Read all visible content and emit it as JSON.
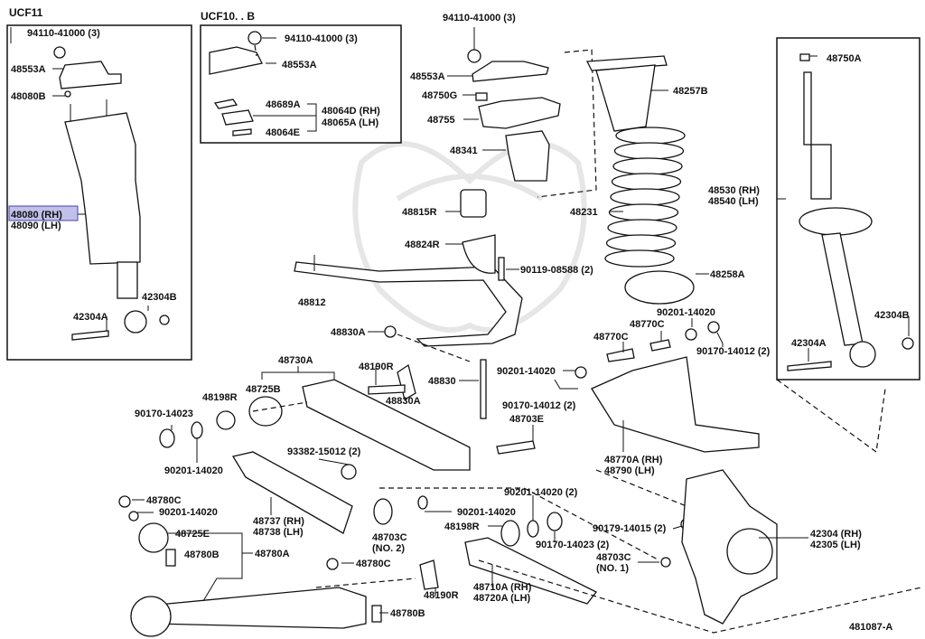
{
  "diagram": {
    "figure_id": "481087-A",
    "highlight_color": "#8c8cd9",
    "sections": [
      {
        "id": "ucf11",
        "title": "UCF11"
      },
      {
        "id": "ucf10b",
        "title": "UCF10. . B"
      }
    ],
    "labels": {
      "ucf11_94110": "94110-41000 (3)",
      "ucf11_48553A": "48553A",
      "ucf11_48080B": "48080B",
      "ucf11_48080RH": "48080 (RH)",
      "ucf11_48090LH": "48090 (LH)",
      "ucf11_42304B": "42304B",
      "ucf11_42304A": "42304A",
      "ucf10_94110": "94110-41000 (3)",
      "ucf10_48553A": "48553A",
      "ucf10_48689A": "48689A",
      "ucf10_48064D": "48064D (RH)",
      "ucf10_48065A": "48065A (LH)",
      "ucf10_48064E": "48064E",
      "top_94110": "94110-41000 (3)",
      "top_48553A": "48553A",
      "top_48750G": "48750G",
      "top_48755": "48755",
      "top_48341": "48341",
      "p48257B": "48257B",
      "p48231": "48231",
      "p48258A": "48258A",
      "p48815R": "48815R",
      "p48824R": "48824R",
      "p90119": "90119-08588 (2)",
      "p48812": "48812",
      "p48830A_1": "48830A",
      "p48830A_2": "48830A",
      "p48830": "48830",
      "p48730A": "48730A",
      "p48190R_1": "48190R",
      "p48725B": "48725B",
      "p48198R_1": "48198R",
      "p90170_14023_1": "90170-14023",
      "p90201_14020_1": "90201-14020",
      "p93382": "93382-15012 (2)",
      "p48737": "48737 (RH)",
      "p48738": "48738 (LH)",
      "p48780C_1": "48780C",
      "p90201_14020_2": "90201-14020",
      "p48725E": "48725E",
      "p48780B_1": "48780B",
      "p48780A": "48780A",
      "p48780C_2": "48780C",
      "p48780B_2": "48780B",
      "p48703C_2": "48703C",
      "p48703C_2_no": "(NO. 2)",
      "p90201_14020_3": "90201-14020",
      "p90201_14020_4": "90201-14020 (2)",
      "p48198R_2": "48198R",
      "p90170_14023_2": "90170-14023 (2)",
      "p48190R_2": "48190R",
      "p48710A": "48710A (RH)",
      "p48720A": "48720A (LH)",
      "p48703C_1": "48703C",
      "p48703C_1_no": "(NO. 1)",
      "p90179": "90179-14015 (2)",
      "p42304RH": "42304 (RH)",
      "p42305LH": "42305 (LH)",
      "p48703E": "48703E",
      "p90201_14020_5": "90201-14020",
      "p90170_14012_1": "90170-14012 (2)",
      "p48770A": "48770A (RH)",
      "p48790": "48790   (LH)",
      "p48770C_1": "48770C",
      "p48770C_2": "48770C",
      "p90201_14020_6": "90201-14020",
      "p90170_14012_2": "90170-14012 (2)",
      "p48530": "48530 (RH)",
      "p48540": "48540 (LH)",
      "right_48750A": "48750A",
      "right_42304B": "42304B",
      "right_42304A": "42304A"
    }
  }
}
